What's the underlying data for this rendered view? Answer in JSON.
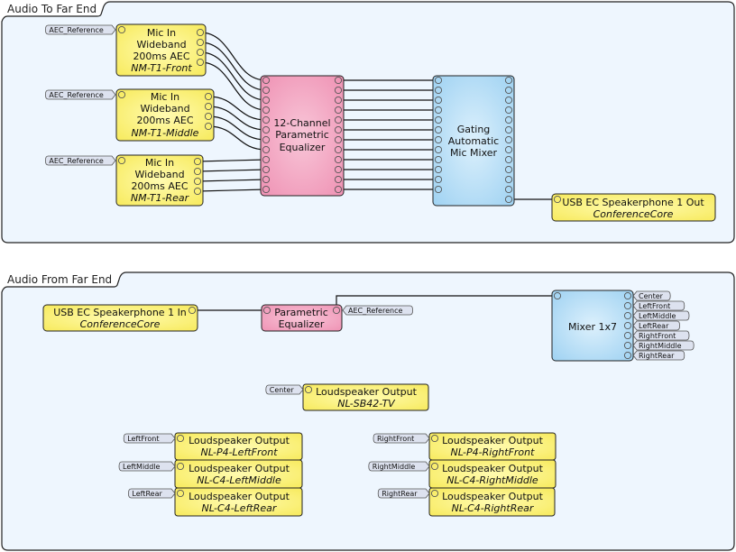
{
  "groups": [
    {
      "id": "to-far-end",
      "title": "Audio To Far End"
    },
    {
      "id": "from-far-end",
      "title": "Audio From Far End"
    }
  ],
  "colors": {
    "group_fill": "#eef6fe",
    "block_yellow": "#fbf27a",
    "block_pink": "#f3a8c2",
    "block_blue": "#b5dcf4",
    "tag_fill": "#dde2ef",
    "wire": "#111111"
  },
  "blocks": {
    "mic_front": {
      "lines": [
        "Mic In",
        "Wideband",
        "200ms AEC"
      ],
      "device": "NM-T1-Front",
      "input_tag": "AEC_Reference",
      "inputs": 1,
      "outputs": 4
    },
    "mic_middle": {
      "lines": [
        "Mic In",
        "Wideband",
        "200ms AEC"
      ],
      "device": "NM-T1-Middle",
      "input_tag": "AEC_Reference",
      "inputs": 1,
      "outputs": 4
    },
    "mic_rear": {
      "lines": [
        "Mic In",
        "Wideband",
        "200ms AEC"
      ],
      "device": "NM-T1-Rear",
      "input_tag": "AEC_Reference",
      "inputs": 1,
      "outputs": 4
    },
    "peq12": {
      "lines": [
        "12-Channel",
        "Parametric",
        "Equalizer"
      ],
      "inputs": 12,
      "outputs": 12
    },
    "gating_mixer": {
      "lines": [
        "Gating",
        "Automatic",
        "Mic Mixer"
      ],
      "inputs": 12,
      "outputs": 13
    },
    "usb_out": {
      "lines": [
        "USB EC Speakerphone 1 Out"
      ],
      "device": "ConferenceCore",
      "inputs": 1
    },
    "usb_in": {
      "lines": [
        "USB EC Speakerphone 1 In"
      ],
      "device": "ConferenceCore",
      "outputs": 1
    },
    "peq": {
      "lines": [
        "Parametric",
        "Equalizer"
      ],
      "output_tag": "AEC_Reference",
      "inputs": 1,
      "outputs": 1
    },
    "mixer_1x7": {
      "lines": [
        "Mixer 1x7"
      ],
      "inputs": 1,
      "outputs": 7,
      "output_tags": [
        "Center",
        "LeftFront",
        "LeftMiddle",
        "LeftRear",
        "RightFront",
        "RightMiddle",
        "RightRear"
      ]
    },
    "ls_center": {
      "lines": [
        "Loudspeaker Output"
      ],
      "device": "NL-SB42-TV",
      "input_tag": "Center"
    },
    "ls_left_front": {
      "lines": [
        "Loudspeaker Output"
      ],
      "device": "NL-P4-LeftFront",
      "input_tag": "LeftFront"
    },
    "ls_left_middle": {
      "lines": [
        "Loudspeaker Output"
      ],
      "device": "NL-C4-LeftMiddle",
      "input_tag": "LeftMiddle"
    },
    "ls_left_rear": {
      "lines": [
        "Loudspeaker Output"
      ],
      "device": "NL-C4-LeftRear",
      "input_tag": "LeftRear"
    },
    "ls_right_front": {
      "lines": [
        "Loudspeaker Output"
      ],
      "device": "NL-P4-RightFront",
      "input_tag": "RightFront"
    },
    "ls_right_middle": {
      "lines": [
        "Loudspeaker Output"
      ],
      "device": "NL-C4-RightMiddle",
      "input_tag": "RightMiddle"
    },
    "ls_right_rear": {
      "lines": [
        "Loudspeaker Output"
      ],
      "device": "NL-C4-RightRear",
      "input_tag": "RightRear"
    }
  },
  "connections": [
    {
      "from": "mic_front",
      "to": "peq12",
      "channels": "1-4"
    },
    {
      "from": "mic_middle",
      "to": "peq12",
      "channels": "5-8"
    },
    {
      "from": "mic_rear",
      "to": "peq12",
      "channels": "9-12"
    },
    {
      "from": "peq12",
      "to": "gating_mixer",
      "channels": "1-12"
    },
    {
      "from": "gating_mixer",
      "to": "usb_out",
      "channels": "13"
    },
    {
      "from": "usb_in",
      "to": "peq",
      "channels": "1"
    },
    {
      "from": "peq",
      "to": "mixer_1x7",
      "channels": "1"
    }
  ]
}
